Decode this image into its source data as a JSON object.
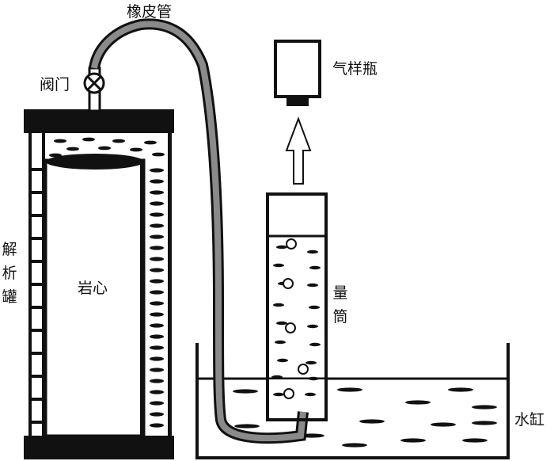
{
  "labels": {
    "rubber_tube": "橡皮管",
    "valve": "阀门",
    "gas_bottle": "气样瓶",
    "core": "岩心",
    "tank": "水缸",
    "tank_vertical": [
      "解",
      "析",
      "罐"
    ],
    "cylinder_vertical": [
      "量",
      "筒"
    ]
  },
  "colors": {
    "ink": "#111111",
    "tube_fill": "#8a8a8a",
    "background": "#ffffff"
  }
}
